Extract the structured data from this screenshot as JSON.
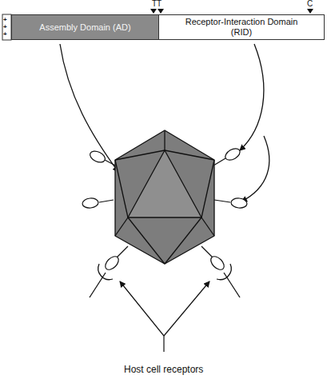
{
  "diagram": {
    "nodes": [
      {
        "text": [
          "Assembly Domain (AD)"
        ]
      },
      {
        "text": [
          "Receptor-Interaction Domain (RID)"
        ]
      }
    ],
    "labels": [
      "+++",
      "TT",
      "C",
      "Host cell receptors"
    ]
  }
}
